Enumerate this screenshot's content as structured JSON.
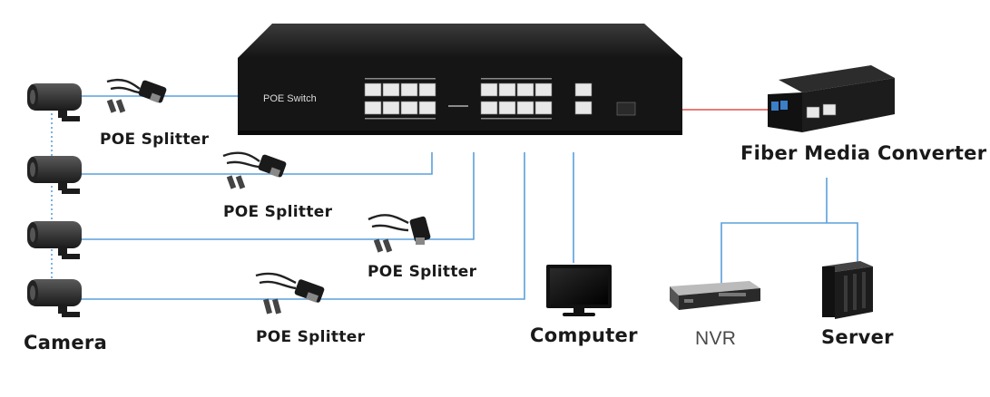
{
  "switch": {
    "label": "POE Switch"
  },
  "splitters": [
    {
      "label": "POE Splitter"
    },
    {
      "label": "POE Splitter"
    },
    {
      "label": "POE Splitter"
    },
    {
      "label": "POE Splitter"
    }
  ],
  "devices": {
    "camera": "Camera",
    "computer": "Computer",
    "nvr": "NVR",
    "server": "Server",
    "fiber_converter": "Fiber Media Converter"
  },
  "colors": {
    "link_line": "#5aa0dc",
    "fiber_line": "#e0504c",
    "device_dark": "#1c1c1c"
  }
}
